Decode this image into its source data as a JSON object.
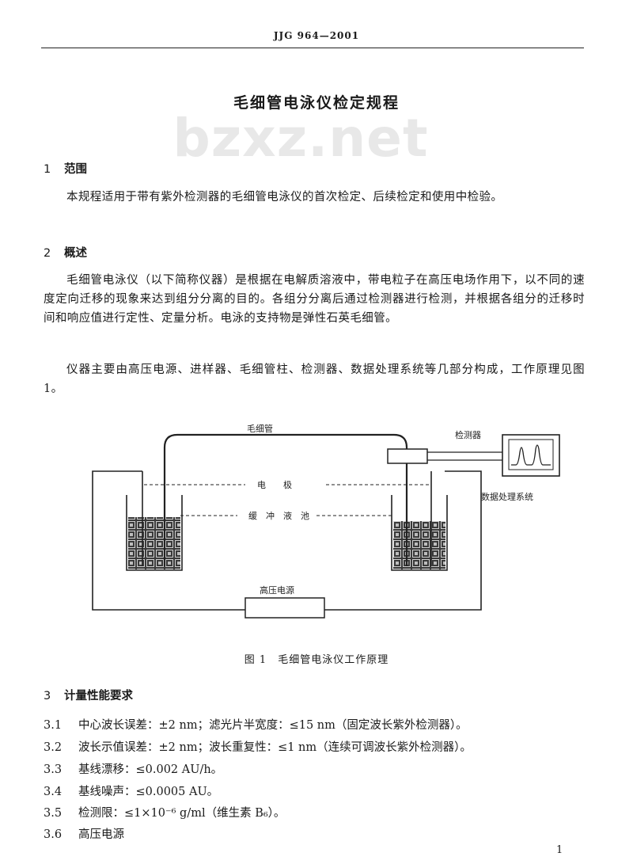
{
  "header": {
    "standard_code": "JJG 964—2001"
  },
  "watermark": "bzxz.net",
  "title": "毛细管电泳仪检定规程",
  "sections": [
    {
      "number": "1",
      "heading": "范围",
      "paragraphs": [
        "本规程适用于带有紫外检测器的毛细管电泳仪的首次检定、后续检定和使用中检验。"
      ]
    },
    {
      "number": "2",
      "heading": "概述",
      "paragraphs": [
        "毛细管电泳仪（以下简称仪器）是根据在电解质溶液中，带电粒子在高压电场作用下，以不同的速度定向迁移的现象来达到组分分离的目的。各组分分离后通过检测器进行检测，并根据各组分的迁移时间和响应值进行定性、定量分析。电泳的支持物是弹性石英毛细管。",
        "仪器主要由高压电源、进样器、毛细管柱、检测器、数据处理系统等几部分构成，工作原理见图 1。"
      ]
    },
    {
      "number": "3",
      "heading": "计量性能要求",
      "items": [
        {
          "num": "3.1",
          "text": "中心波长误差：±2 nm；滤光片半宽度：≤15 nm（固定波长紫外检测器）。"
        },
        {
          "num": "3.2",
          "text": "波长示值误差：±2 nm；波长重复性：≤1 nm（连续可调波长紫外检测器）。"
        },
        {
          "num": "3.3",
          "text": "基线漂移：≤0.002 AU/h。"
        },
        {
          "num": "3.4",
          "text": "基线噪声：≤0.0005 AU。"
        },
        {
          "num": "3.5",
          "text": "检测限：≤1×10⁻⁶ g/ml（维生素 B₆）。"
        },
        {
          "num": "3.6",
          "text": "高压电源"
        }
      ]
    }
  ],
  "figure": {
    "labels": {
      "capillary": "毛细管",
      "detector": "检测器",
      "electrode": "电　　极",
      "buffer": "缓　冲　液　池",
      "data_system": "数据处理系统",
      "hv_supply": "高压电源"
    },
    "caption": "图 1　毛细管电泳仪工作原理"
  },
  "page_number": "1"
}
